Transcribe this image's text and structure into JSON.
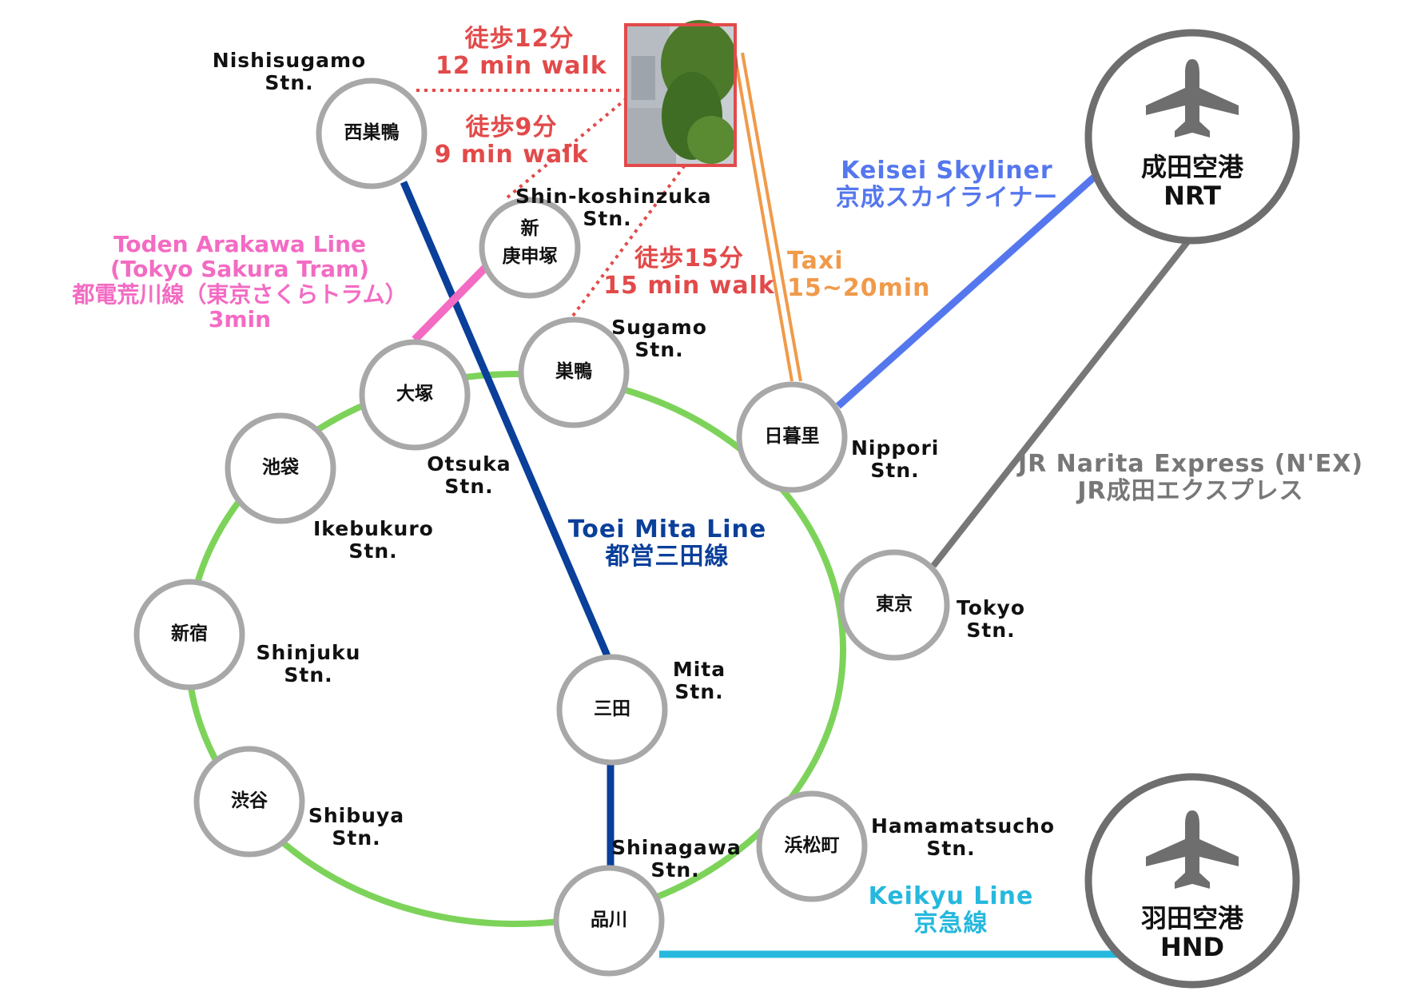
{
  "colors": {
    "yamanote": "#7dd35a",
    "mita": "#0a3f9a",
    "toden": "#f36bc3",
    "taxi": "#f09a4a",
    "walk": "#e24a4a",
    "skyliner": "#5577ee",
    "nex": "#777777",
    "keikyu": "#26b8dd",
    "circle": "#a8a8a8",
    "airport": "#6e6e6e"
  },
  "stations": {
    "nishisugamo": {
      "jp": "西巣鴨",
      "en1": "Nishisugamo",
      "en2": "Stn."
    },
    "shinkoshinzuka": {
      "jp1": "新",
      "jp2": "庚申塚",
      "en1": "Shin-koshinzuka",
      "en2": "Stn."
    },
    "sugamo": {
      "jp": "巣鴨",
      "en1": "Sugamo",
      "en2": "Stn."
    },
    "otsuka": {
      "jp": "大塚",
      "en1": "Otsuka",
      "en2": "Stn."
    },
    "ikebukuro": {
      "jp": "池袋",
      "en1": "Ikebukuro",
      "en2": "Stn."
    },
    "shinjuku": {
      "jp": "新宿",
      "en1": "Shinjuku",
      "en2": "Stn."
    },
    "shibuya": {
      "jp": "渋谷",
      "en1": "Shibuya",
      "en2": "Stn."
    },
    "shinagawa": {
      "jp": "品川",
      "en1": "Shinagawa",
      "en2": "Stn."
    },
    "hamamatsucho": {
      "jp": "浜松町",
      "en1": "Hamamatsucho",
      "en2": "Stn."
    },
    "tokyo": {
      "jp": "東京",
      "en1": "Tokyo",
      "en2": "Stn."
    },
    "nippori": {
      "jp": "日暮里",
      "en1": "Nippori",
      "en2": "Stn."
    },
    "mita": {
      "jp": "三田",
      "en1": "Mita",
      "en2": "Stn."
    }
  },
  "airports": {
    "narita": {
      "jp": "成田空港",
      "code": "NRT",
      "icon": "airplane-icon"
    },
    "haneda": {
      "jp": "羽田空港",
      "code": "HND",
      "icon": "airplane-icon"
    }
  },
  "lines": {
    "toden": {
      "l1": "Toden Arakawa Line",
      "l2": "(Tokyo Sakura Tram)",
      "l3": "都電荒川線（東京さくらトラム）",
      "l4": "3min"
    },
    "mita": {
      "l1": "Toei Mita Line",
      "l2": "都営三田線"
    },
    "skyliner": {
      "l1": "Keisei Skyliner",
      "l2": "京成スカイライナー"
    },
    "nex": {
      "l1": "JR Narita Express (N'EX)",
      "l2": "JR成田エクスプレス"
    },
    "keikyu": {
      "l1": "Keikyu Line",
      "l2": "京急線"
    },
    "taxi": {
      "l1": "Taxi",
      "l2": "15~20min"
    }
  },
  "walks": {
    "w12": {
      "jp": "徒歩12分",
      "en": "12 min walk"
    },
    "w9": {
      "jp": "徒歩9分",
      "en": "9 min walk"
    },
    "w15": {
      "jp": "徒歩15分",
      "en": "15 min walk"
    }
  },
  "destination": {
    "image": "building-photo"
  }
}
